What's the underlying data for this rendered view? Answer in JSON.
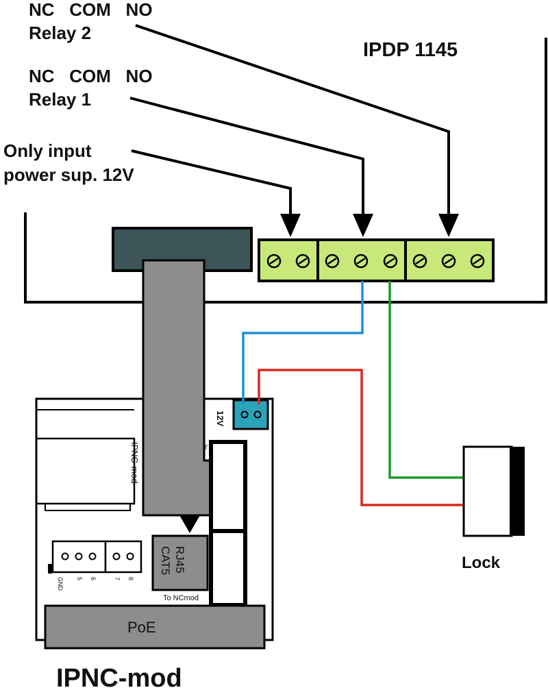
{
  "device_title": "IPDP 1145",
  "relay2": {
    "pins": "NC   COM   NO",
    "label": "Relay 2"
  },
  "relay1": {
    "pins": "NC   COM   NO",
    "label": "Relay 1"
  },
  "power_input": {
    "line1": "Only input",
    "line2": "power sup. 12V"
  },
  "module_title": "IPNC-mod",
  "module_side_label": "IPNC-mod",
  "connector_12v": "12V",
  "rj45": {
    "line1": "RJ45",
    "line2": "CAT5"
  },
  "to_ncmod": "To NCmod",
  "poe": "PoE",
  "lock": "Lock",
  "io_pins": [
    "GND",
    "5",
    "6",
    "7",
    "8"
  ],
  "small_marker": "T",
  "colors": {
    "terminal_green": "#c8e87a",
    "connector_teal": "#2ba3b8",
    "wire_blue": "#1e8fd8",
    "wire_green": "#1a9a2e",
    "wire_red": "#d9281e",
    "cable_gray": "#8d8d8d",
    "dark_block": "#3d5558"
  }
}
